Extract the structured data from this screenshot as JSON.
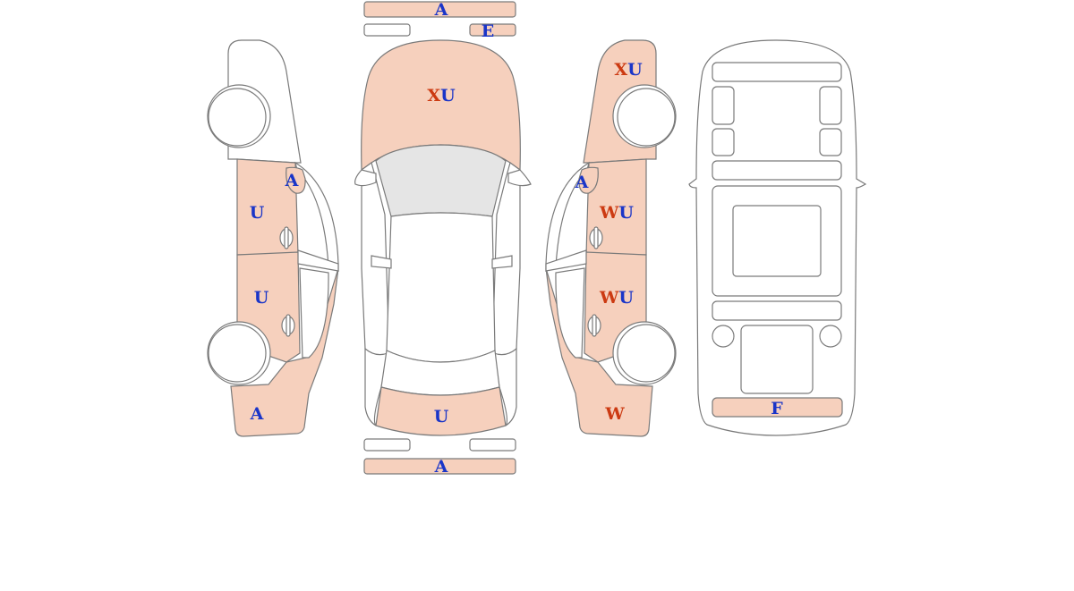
{
  "colors": {
    "damage_fill": "#f6d0bd",
    "outline": "#7a7a7a",
    "code_blue": "#1a35c8",
    "code_red": "#cc3a12",
    "glass": "#e5e5e5"
  },
  "codes": {
    "left_front_fender": [
      {
        "t": "A",
        "c": "blue"
      }
    ],
    "left_front_door": [
      {
        "t": "U",
        "c": "blue"
      }
    ],
    "left_rear_door": [
      {
        "t": "U",
        "c": "blue"
      }
    ],
    "left_rear_quarter": [
      {
        "t": "A",
        "c": "blue"
      }
    ],
    "front_bumper": [
      {
        "t": "A",
        "c": "blue"
      }
    ],
    "front_grille_small": [
      {
        "t": "E",
        "c": "blue"
      }
    ],
    "hood": [
      {
        "t": "X",
        "c": "red"
      },
      {
        "t": "U",
        "c": "blue"
      }
    ],
    "trunk": [
      {
        "t": "U",
        "c": "blue"
      }
    ],
    "rear_bumper": [
      {
        "t": "A",
        "c": "blue"
      }
    ],
    "right_front_fender": [
      {
        "t": "X",
        "c": "red"
      },
      {
        "t": "U",
        "c": "blue"
      }
    ],
    "right_mirror": [
      {
        "t": "A",
        "c": "blue"
      }
    ],
    "right_front_door": [
      {
        "t": "W",
        "c": "red"
      },
      {
        "t": "U",
        "c": "blue"
      }
    ],
    "right_rear_door": [
      {
        "t": "W",
        "c": "red"
      },
      {
        "t": "U",
        "c": "blue"
      }
    ],
    "right_rear_quarter": [
      {
        "t": "W",
        "c": "red"
      }
    ],
    "floor_rear_panel": [
      {
        "t": "F",
        "c": "blue"
      }
    ]
  }
}
